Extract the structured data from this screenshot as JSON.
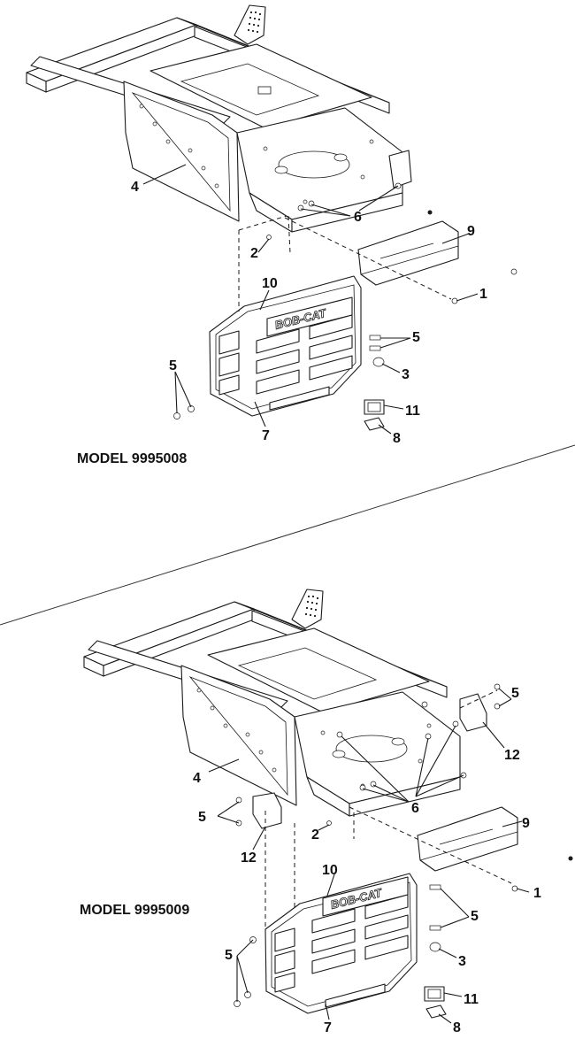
{
  "models": {
    "top": "MODEL 9995008",
    "bottom": "MODEL 9995009"
  },
  "logo_text": "BOB-CAT",
  "callouts_top": {
    "c1": "1",
    "c2": "2",
    "c3": "3",
    "c4": "4",
    "c5a": "5",
    "c5b": "5",
    "c6": "6",
    "c7": "7",
    "c8": "8",
    "c9": "9",
    "c10": "10",
    "c11": "11"
  },
  "callouts_bottom": {
    "c1": "1",
    "c2": "2",
    "c3": "3",
    "c4": "4",
    "c5a": "5",
    "c5b": "5",
    "c5c": "5",
    "c5d": "5",
    "c6": "6",
    "c7": "7",
    "c8": "8",
    "c9": "9",
    "c10": "10",
    "c11": "11",
    "c12a": "12",
    "c12b": "12"
  }
}
